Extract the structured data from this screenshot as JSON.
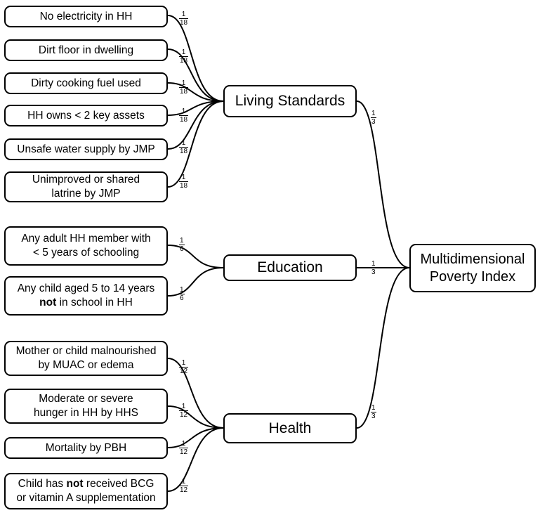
{
  "root": {
    "line1": "Multidimensional",
    "line2": "Poverty Index"
  },
  "dimensions": {
    "living": {
      "label": "Living Standards",
      "weight_num": "1",
      "weight_den": "3"
    },
    "education": {
      "label": "Education",
      "weight_num": "1",
      "weight_den": "3"
    },
    "health": {
      "label": "Health",
      "weight_num": "1",
      "weight_den": "3"
    }
  },
  "indicators": {
    "living": [
      {
        "line1": "No electricity in HH",
        "num": "1",
        "den": "18"
      },
      {
        "line1": "Dirt floor in dwelling",
        "num": "1",
        "den": "18"
      },
      {
        "line1": "Dirty cooking fuel used",
        "num": "1",
        "den": "18"
      },
      {
        "line1": "HH owns < 2 key assets",
        "num": "1",
        "den": "18"
      },
      {
        "line1": "Unsafe water supply by JMP",
        "num": "1",
        "den": "18"
      },
      {
        "line1": "Unimproved or shared",
        "line2": "latrine by JMP",
        "num": "1",
        "den": "18"
      }
    ],
    "education": [
      {
        "line1": "Any adult HH member with",
        "line2": "< 5 years of schooling",
        "num": "1",
        "den": "6"
      },
      {
        "line1": "Any child aged 5 to 14 years",
        "line2_bold": "not",
        "line2_rest": " in school in HH",
        "num": "1",
        "den": "6"
      }
    ],
    "health": [
      {
        "line1": "Mother or child malnourished",
        "line2": "by MUAC or edema",
        "num": "1",
        "den": "12"
      },
      {
        "line1": "Moderate or severe",
        "line2": "hunger in HH by HHS",
        "num": "1",
        "den": "12"
      },
      {
        "line1": "Mortality by PBH",
        "num": "1",
        "den": "12"
      },
      {
        "line1_pre": "Child has ",
        "line1_bold": "not",
        "line1_post": " received BCG",
        "line2": "or vitamin A supplementation",
        "num": "1",
        "den": "12"
      }
    ]
  }
}
